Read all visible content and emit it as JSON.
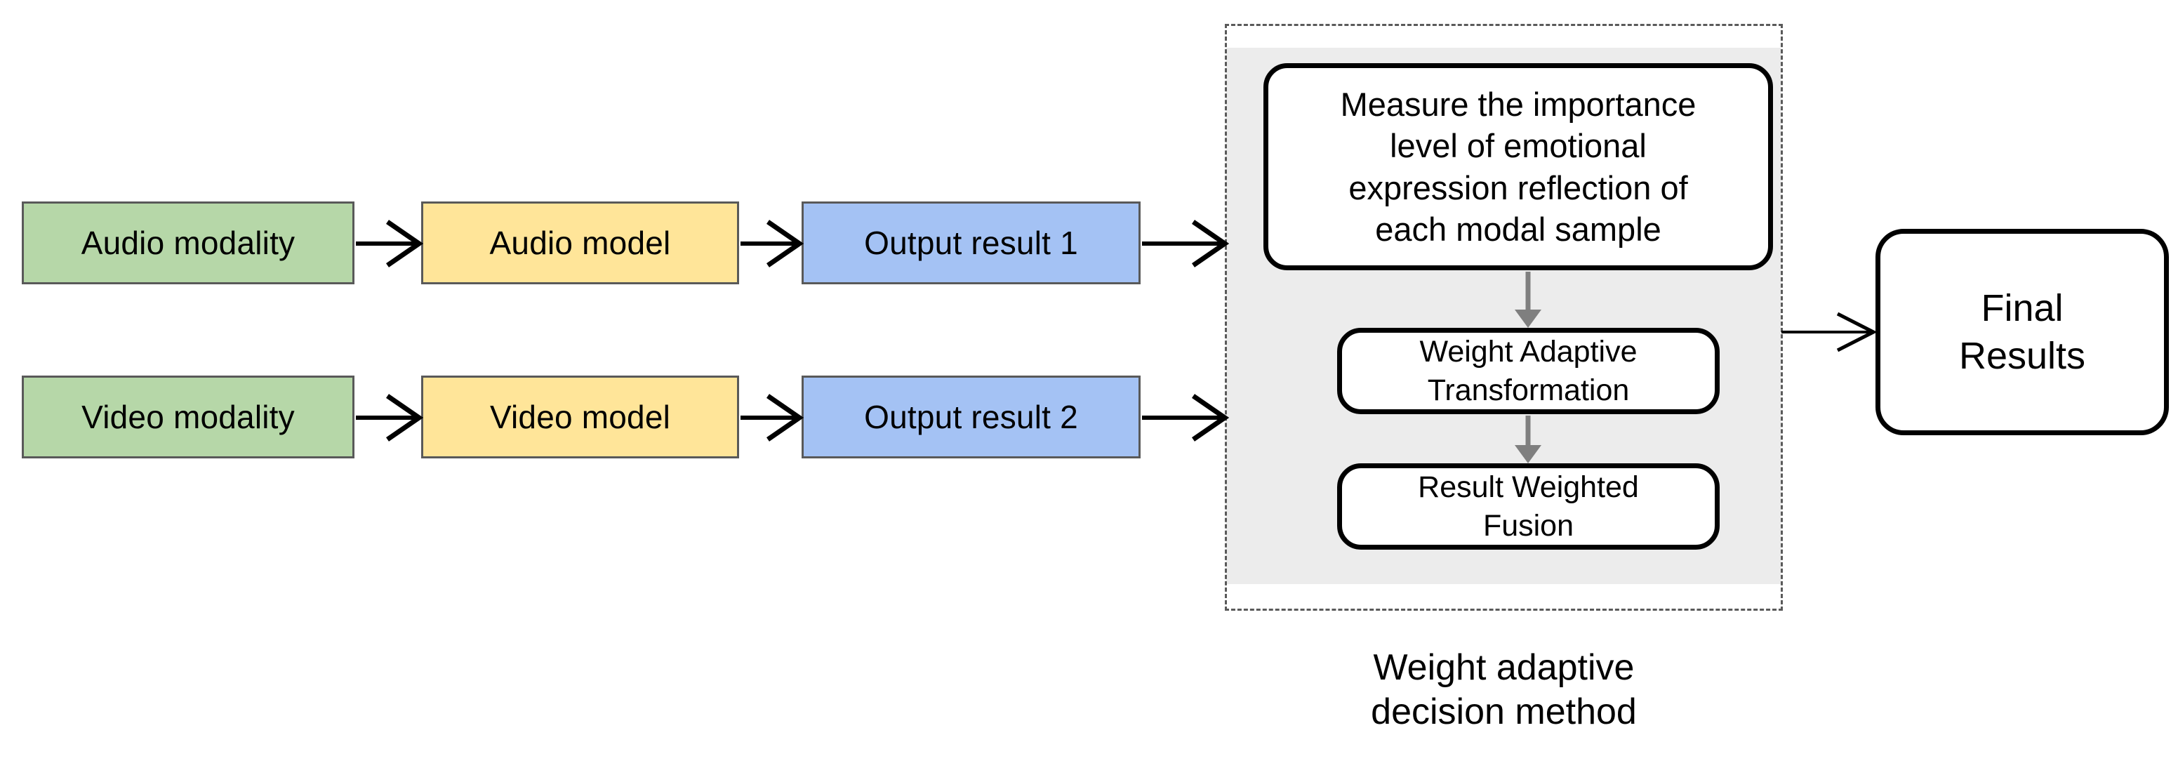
{
  "diagram": {
    "title_caption": {
      "line1": "Weight adaptive",
      "line2": "decision method"
    },
    "colors": {
      "modality_fill": "#b6d7a8",
      "model_fill": "#ffe599",
      "output_fill": "#a4c2f4",
      "box_border": "#595959",
      "group_fill": "#ececec",
      "group_border": "#5a5a5a",
      "round_border": "#000000",
      "inner_arrow": "#7f7f7f"
    },
    "rows": [
      {
        "modality": "Audio modality",
        "model": "Audio model",
        "output": "Output result 1"
      },
      {
        "modality": "Video modality",
        "model": "Video model",
        "output": "Output result 2"
      }
    ],
    "group": {
      "steps": [
        {
          "id": "measure",
          "lines": [
            "Measure the importance",
            "level of emotional",
            "expression reflection of",
            "each modal sample"
          ]
        },
        {
          "id": "weight-adaptive-transformation",
          "lines": [
            "Weight Adaptive",
            "Transformation"
          ]
        },
        {
          "id": "result-weighted-fusion",
          "lines": [
            "Result Weighted",
            "Fusion"
          ]
        }
      ]
    },
    "final": {
      "line1": "Final",
      "line2": "Results"
    }
  }
}
